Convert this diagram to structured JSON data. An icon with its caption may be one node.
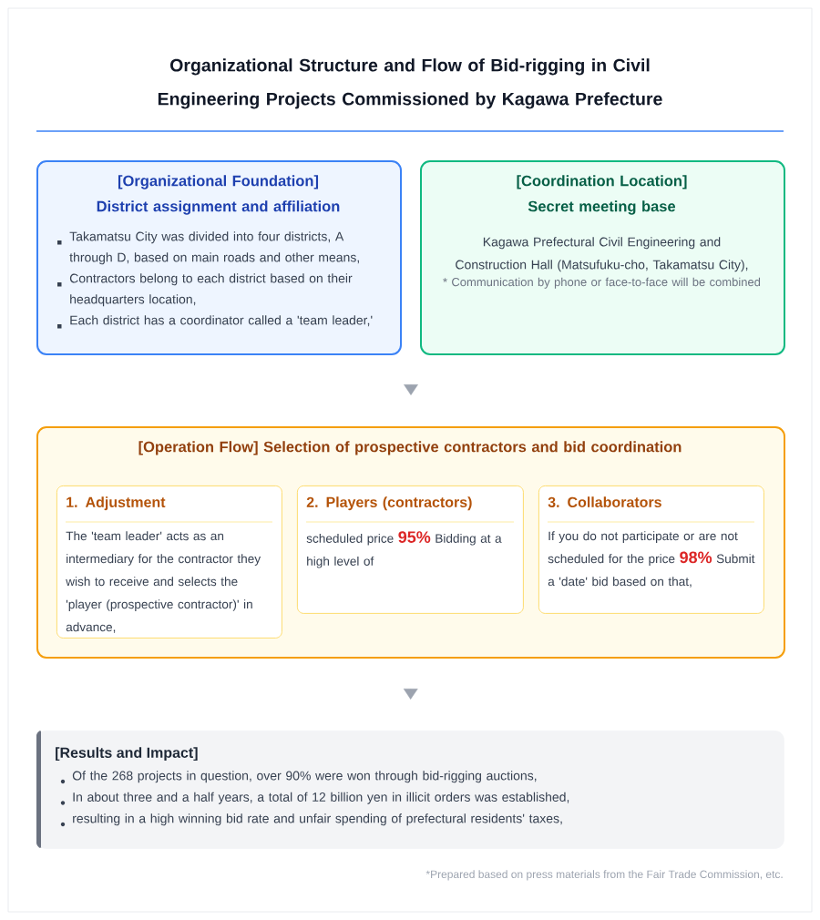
{
  "diagram": {
    "title": "Organizational Structure and Flow of Bid-rigging in Civil Engineering Projects Commissioned by Kagawa Prefecture",
    "nodes": [
      {
        "text": [
          "[Organizational Foundation] District assignment and affiliation",
          "Takamatsu City was divided into four districts, A through D, based on main roads and other means,",
          "Contractors belong to each district based on their headquarters location,",
          "Each district has a coordinator called a 'team leader,'"
        ]
      },
      {
        "text": [
          "[Coordination Location] Secret meeting base",
          "Kagawa Prefectural Civil Engineering and Construction Hall (Matsufuku-cho, Takamatsu City),",
          "* Communication by phone or face-to-face will be combined"
        ]
      },
      {
        "text": [
          "[Operation Flow] Selection of prospective contractors and bid coordination"
        ]
      },
      {
        "text": [
          "1. Adjustment",
          "The 'team leader' acts as an intermediary for the contractor they wish to receive and selects the 'player (prospective contractor)' in advance,"
        ],
        "in": 2
      },
      {
        "text": [
          "2. Players (contractors)",
          "scheduled price **95%** Bidding at a high level of"
        ],
        "in": 2
      },
      {
        "text": [
          "3. Collaborators",
          "If you do not participate or are not scheduled for the price **98%** Submit a 'date' bid based on that,"
        ],
        "in": 2
      },
      {
        "text": [
          "[Results and Impact]",
          "Of the 268 projects in question, over 90% were won through bid-rigging auctions,",
          "In about three and a half years, a total of 12 billion yen in illicit orders was established,",
          "resulting in a high winning bid rate and unfair spending of prefectural residents' taxes,"
        ]
      }
    ],
    "edges": [
      {
        "from": 0,
        "to": 2,
        "arrow": "to"
      },
      {
        "from": 1,
        "to": 2,
        "arrow": "to"
      },
      {
        "from": 2,
        "to": 6,
        "arrow": "to"
      }
    ],
    "labels": [
      "*Prepared based on press materials from the Fair Trade Commission, etc."
    ]
  }
}
